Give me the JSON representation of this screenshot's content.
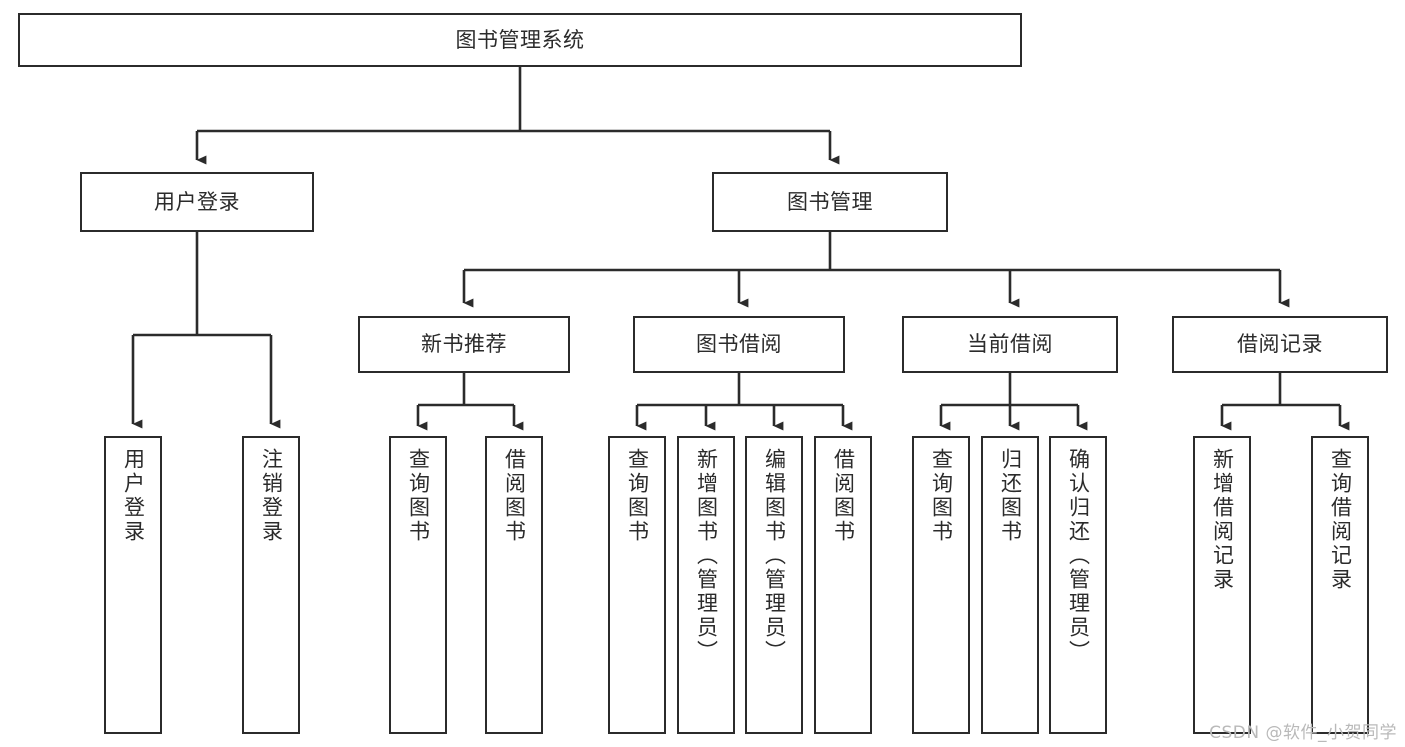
{
  "diagram": {
    "title": "图书管理系统",
    "type": "tree-hierarchy-chart",
    "colors": {
      "box_border": "#2b2b2b",
      "box_fill": "#ffffff",
      "connector": "#2b2b2b",
      "watermark": "#b9b9b9",
      "background": "#ffffff"
    },
    "root": {
      "label": "图书管理系统"
    },
    "level2": [
      {
        "label": "用户登录"
      },
      {
        "label": "图书管理"
      }
    ],
    "level3": [
      {
        "label": "新书推荐"
      },
      {
        "label": "图书借阅"
      },
      {
        "label": "当前借阅"
      },
      {
        "label": "借阅记录"
      }
    ],
    "leaves": {
      "user_login": [
        {
          "label": "用户登录"
        },
        {
          "label": "注销登录"
        }
      ],
      "new_book_recommend": [
        {
          "label": "查询图书"
        },
        {
          "label": "借阅图书"
        }
      ],
      "book_borrow": [
        {
          "label": "查询图书"
        },
        {
          "label": "新增图书（管理员）"
        },
        {
          "label": "编辑图书（管理员）"
        },
        {
          "label": "借阅图书"
        }
      ],
      "current_borrow": [
        {
          "label": "查询图书"
        },
        {
          "label": "归还图书"
        },
        {
          "label": "确认归还（管理员）"
        }
      ],
      "borrow_records": [
        {
          "label": "新增借阅记录"
        },
        {
          "label": "查询借阅记录"
        }
      ]
    },
    "watermark": "CSDN @软件_小贺同学"
  }
}
